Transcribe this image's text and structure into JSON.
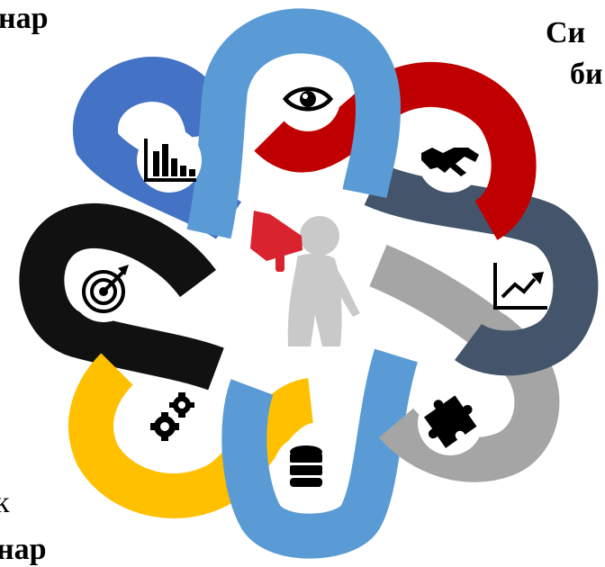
{
  "texts": {
    "top_left": "нар",
    "top_right_1": "Си",
    "top_right_2": "би",
    "bottom_left_1": "к",
    "bottom_left_2": "нар"
  },
  "colors": {
    "top_lobe": "#5b9bd5",
    "upper_right_lobe": "#c00000",
    "right_lobe": "#44546a",
    "lower_right_lobe": "#a5a5a5",
    "bottom_lobe": "#5b9bd5",
    "lower_left_lobe": "#ffc000",
    "left_lobe": "#111111",
    "upper_left_lobe": "#4472c4",
    "icon_fill": "#000000",
    "megaphone_red": "#d9232f",
    "figure_grey": "#c9c9c9"
  },
  "icons": {
    "top": "eye-icon",
    "upper_right": "handshake-icon",
    "right": "trend-chart-icon",
    "lower_right": "puzzle-piece-icon",
    "bottom": "database-icon",
    "lower_left": "gears-icon",
    "left": "target-icon",
    "upper_left": "bar-chart-icon"
  }
}
